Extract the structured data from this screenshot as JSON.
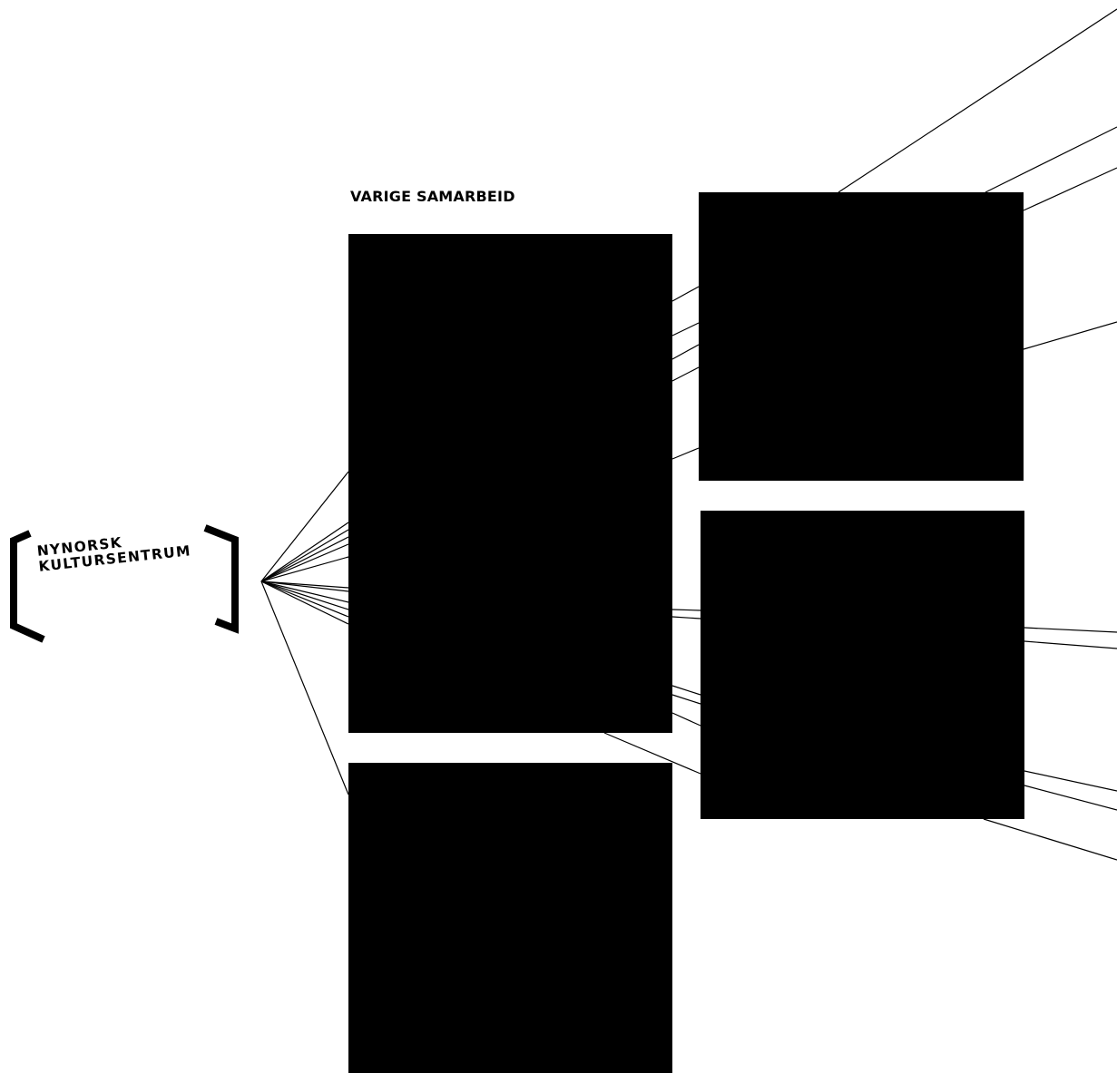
{
  "section": {
    "title": "VARIGE SAMARBEID"
  },
  "logo": {
    "line1": "NYNORSK",
    "line2": "KULTURSENTRUM"
  },
  "colors": {
    "background": "#ffffff",
    "foreground": "#000000"
  }
}
